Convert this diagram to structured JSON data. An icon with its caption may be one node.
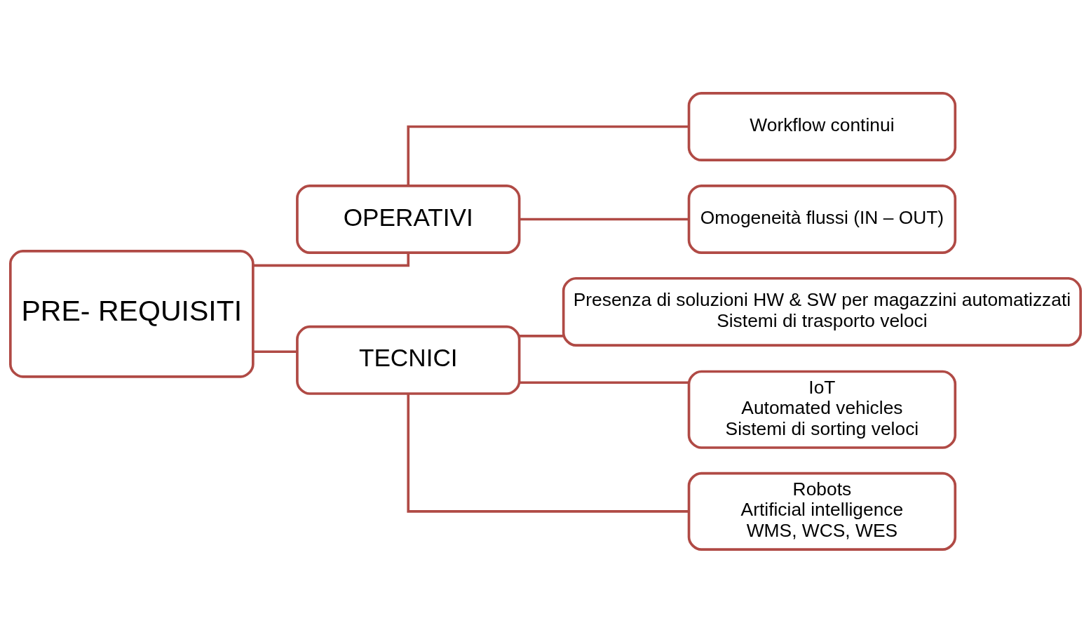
{
  "diagram": {
    "nodes": [
      {
        "text": [
          "PRE- REQUISITI"
        ]
      },
      {
        "text": [
          "OPERATIVI"
        ]
      },
      {
        "text": [
          "TECNICI"
        ]
      },
      {
        "text": [
          "Workflow continui"
        ]
      },
      {
        "text": [
          "Omogeneità flussi (IN – OUT)"
        ]
      },
      {
        "text": [
          "Presenza di soluzioni HW & SW per magazzini automatizzati",
          "Sistemi di trasporto veloci"
        ]
      },
      {
        "text": [
          "IoT",
          "Automated vehicles",
          "Sistemi di sorting veloci"
        ]
      },
      {
        "text": [
          "Robots",
          "Artificial intelligence",
          "WMS, WCS, WES"
        ]
      }
    ],
    "edges": [
      {
        "from": 0,
        "to": 1,
        "arrow": "none"
      },
      {
        "from": 0,
        "to": 2,
        "arrow": "none"
      },
      {
        "from": 1,
        "to": 3,
        "arrow": "none"
      },
      {
        "from": 1,
        "to": 4,
        "arrow": "none"
      },
      {
        "from": 2,
        "to": 5,
        "arrow": "none"
      },
      {
        "from": 2,
        "to": 6,
        "arrow": "none"
      },
      {
        "from": 2,
        "to": 7,
        "arrow": "none"
      }
    ]
  }
}
